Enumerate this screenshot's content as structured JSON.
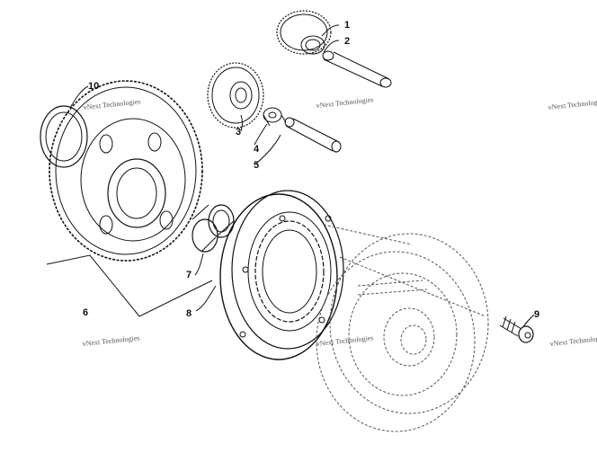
{
  "diagram": {
    "callouts": [
      "1",
      "2",
      "3",
      "4",
      "5",
      "6",
      "7",
      "8",
      "9",
      "10"
    ],
    "watermarks": [
      "vNext Technologies",
      "vNext Technologies",
      "vNext Technologies",
      "vNext Technologies",
      "vNext Technologies",
      "vNext Technologies"
    ],
    "line_color": "#111111",
    "ghost_color": "#555555",
    "background": "#ffffff"
  }
}
